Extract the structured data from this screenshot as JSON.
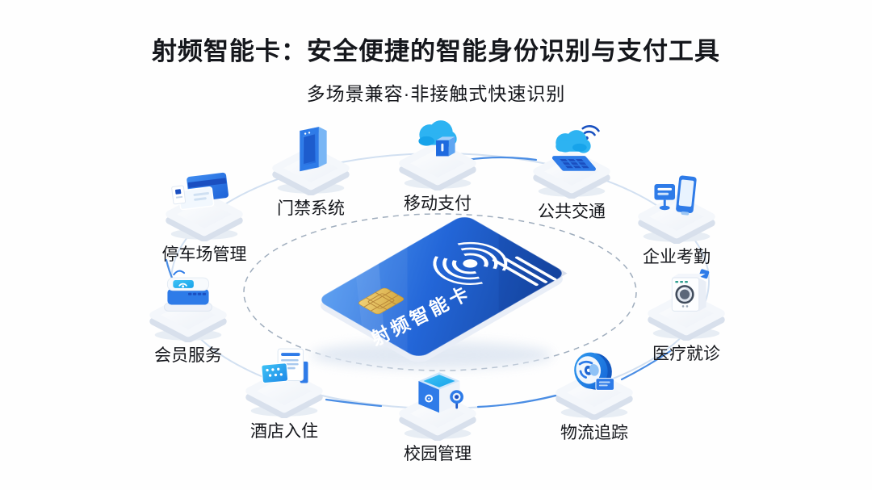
{
  "header": {
    "title": "射频智能卡：安全便捷的智能身份识别与支付工具",
    "subtitle": "多场景兼容·非接触式快速识别"
  },
  "center_card": {
    "label": "射频智能卡"
  },
  "nodes": [
    {
      "id": "parking-management",
      "label": "停车场管理"
    },
    {
      "id": "access-control",
      "label": "门禁系统"
    },
    {
      "id": "mobile-payment",
      "label": "移动支付"
    },
    {
      "id": "public-transit",
      "label": "公共交通"
    },
    {
      "id": "enterprise-attendance",
      "label": "企业考勤"
    },
    {
      "id": "medical-visit",
      "label": "医疗就诊"
    },
    {
      "id": "logistics-tracking",
      "label": "物流追踪"
    },
    {
      "id": "campus-management",
      "label": "校园管理"
    },
    {
      "id": "hotel-checkin",
      "label": "酒店入住"
    },
    {
      "id": "member-service",
      "label": "会员服务"
    }
  ],
  "colors": {
    "bg": "#fefefe",
    "text": "#15171c",
    "primary_blue": "#2e7be8",
    "deep_blue": "#1b4fc0",
    "sky_cyan": "#2db3f2",
    "card_blue_light": "#4e97f0",
    "card_blue_dark": "#15459f",
    "chip_gold": "#e3b84e",
    "platform_white": "#f7fafd",
    "platform_base": "#d8e0ec",
    "orbit_line": "#d2e0f1",
    "orbit_accent": "#4a8de4",
    "dash_line": "#9fadbd"
  }
}
